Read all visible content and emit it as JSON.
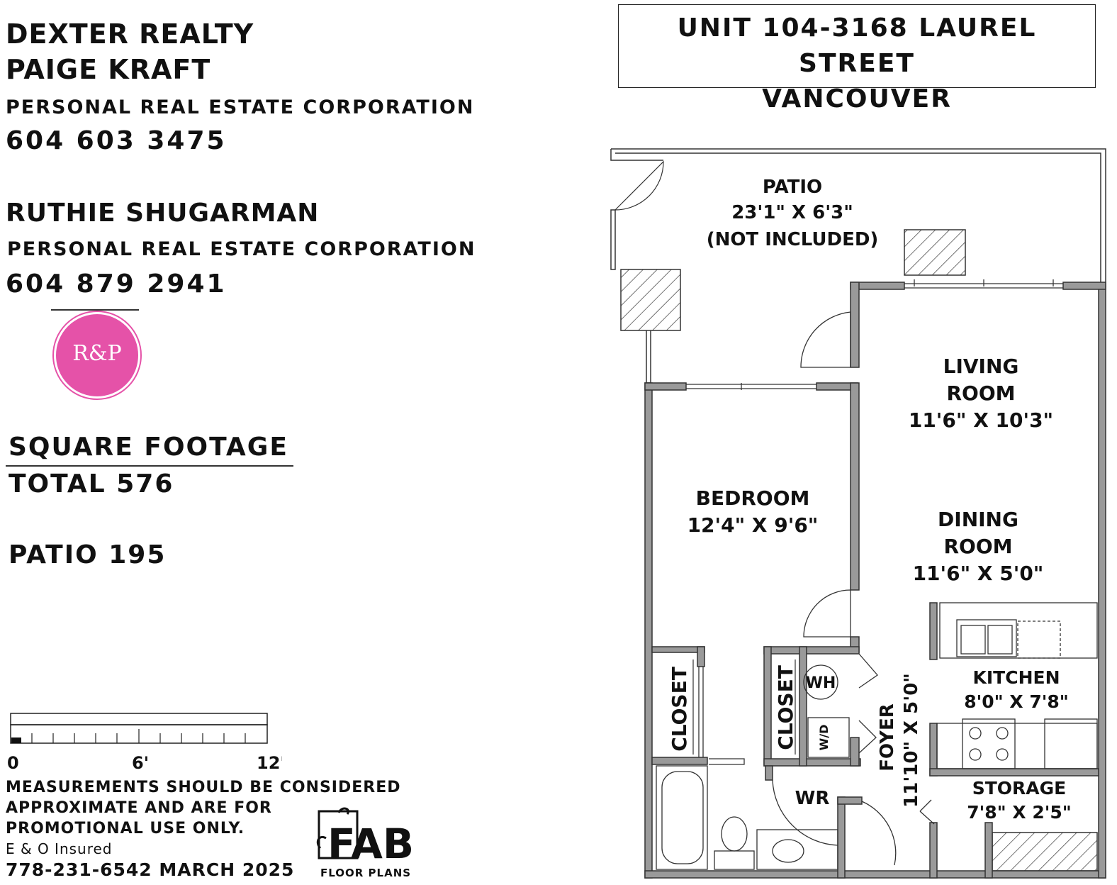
{
  "agents": [
    {
      "company": "DEXTER REALTY",
      "name": "PAIGE KRAFT",
      "corporation": "PERSONAL REAL ESTATE CORPORATION",
      "phone": "604 603 3475"
    },
    {
      "name": "RUTHIE SHUGARMAN",
      "corporation": "PERSONAL REAL ESTATE CORPORATION",
      "phone": "604 879 2941"
    }
  ],
  "logo": {
    "text": "R&P",
    "color": "#e552a8"
  },
  "address": {
    "line1": "UNIT 104-3168 LAUREL STREET",
    "line2": "VANCOUVER"
  },
  "square_footage": {
    "heading": "SQUARE FOOTAGE",
    "total": "TOTAL 576",
    "patio": "PATIO 195"
  },
  "scale": {
    "label_0": "0",
    "label_mid": "6'",
    "label_end": "12'"
  },
  "disclaimer": {
    "line1": "MEASUREMENTS SHOULD BE CONSIDERED",
    "line2": "APPROXIMATE AND ARE FOR",
    "line3": "PROMOTIONAL USE ONLY.",
    "line4": "E & O Insured",
    "line5": "778-231-6542  MARCH 2025"
  },
  "brand": {
    "letters": "FAB",
    "subtitle": "FLOOR PLANS"
  },
  "rooms": {
    "patio": {
      "name": "PATIO",
      "size": "23'1\" X 6'3\"",
      "note": "(NOT INCLUDED)"
    },
    "living": {
      "name1": "LIVING",
      "name2": "ROOM",
      "size": "11'6\" X 10'3\""
    },
    "dining": {
      "name1": "DINING",
      "name2": "ROOM",
      "size": "11'6\" X 5'0\""
    },
    "bedroom": {
      "name": "BEDROOM",
      "size": "12'4\" X 9'6\""
    },
    "kitchen": {
      "name": "KITCHEN",
      "size": "8'0\" X 7'8\""
    },
    "storage": {
      "name": "STORAGE",
      "size": "7'8\" X 2'5\""
    },
    "foyer": {
      "name": "FOYER",
      "size": "11'10\" X 5'0\""
    },
    "closet_left": {
      "name": "CLOSET"
    },
    "closet_mid": {
      "name": "CLOSET"
    },
    "washroom": {
      "name": "WR"
    },
    "water_heater": {
      "name": "WH"
    },
    "washer_dryer": {
      "name": "W/D"
    }
  }
}
